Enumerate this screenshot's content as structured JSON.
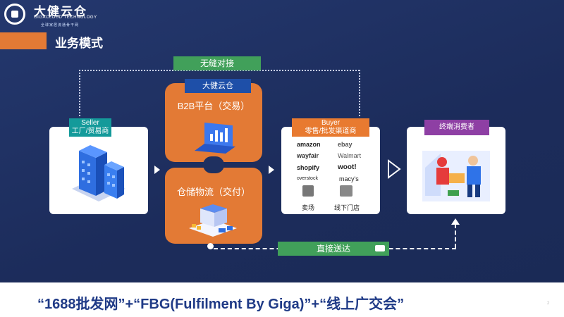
{
  "logo": {
    "name": "大健云仓",
    "en": "GIGACLOUD TECHNOLOGY",
    "sub": "全球家居流通骨干网"
  },
  "title": "业务模式",
  "top_connector": "无缝对接",
  "seller": {
    "label": "Seller",
    "sub": "工厂/贸易商"
  },
  "platform": {
    "badge": "大健云仓",
    "b2b": "B2B平台（交易）",
    "logistics": "仓储物流（交付）"
  },
  "buyer": {
    "label": "Buyer",
    "sub": "零售/批发渠道商",
    "brands": [
      "amazon",
      "ebay",
      "wayfair",
      "Walmart",
      "shopify",
      "woot!",
      "overstock",
      "macy's"
    ],
    "store1": "卖场",
    "store2": "线下门店"
  },
  "consumer": {
    "label": "终端消费者"
  },
  "direct": "直接送达",
  "footer": "“1688批发网”+“FBG(Fulfilment By Giga)”+“线上广交会”",
  "page_number": "2",
  "colors": {
    "orange": "#e37a35",
    "green": "#41a05a",
    "purple": "#8e3fa4",
    "bg": "#1f3060"
  }
}
